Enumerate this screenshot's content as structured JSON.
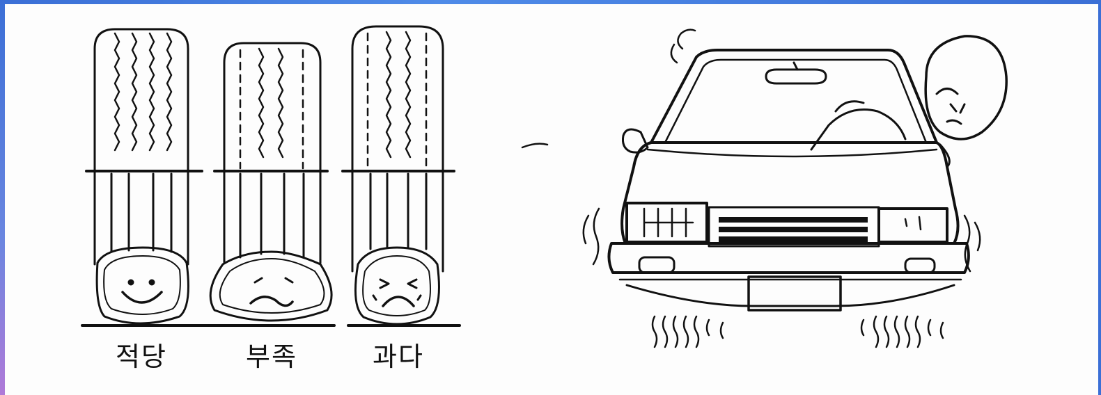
{
  "tire_panel": {
    "labels": {
      "proper": "적당",
      "under": "부족",
      "over": "과다"
    }
  },
  "colors": {
    "frame": "#3b6fd6",
    "ink": "#111111",
    "paper": "#fdfdfd"
  }
}
